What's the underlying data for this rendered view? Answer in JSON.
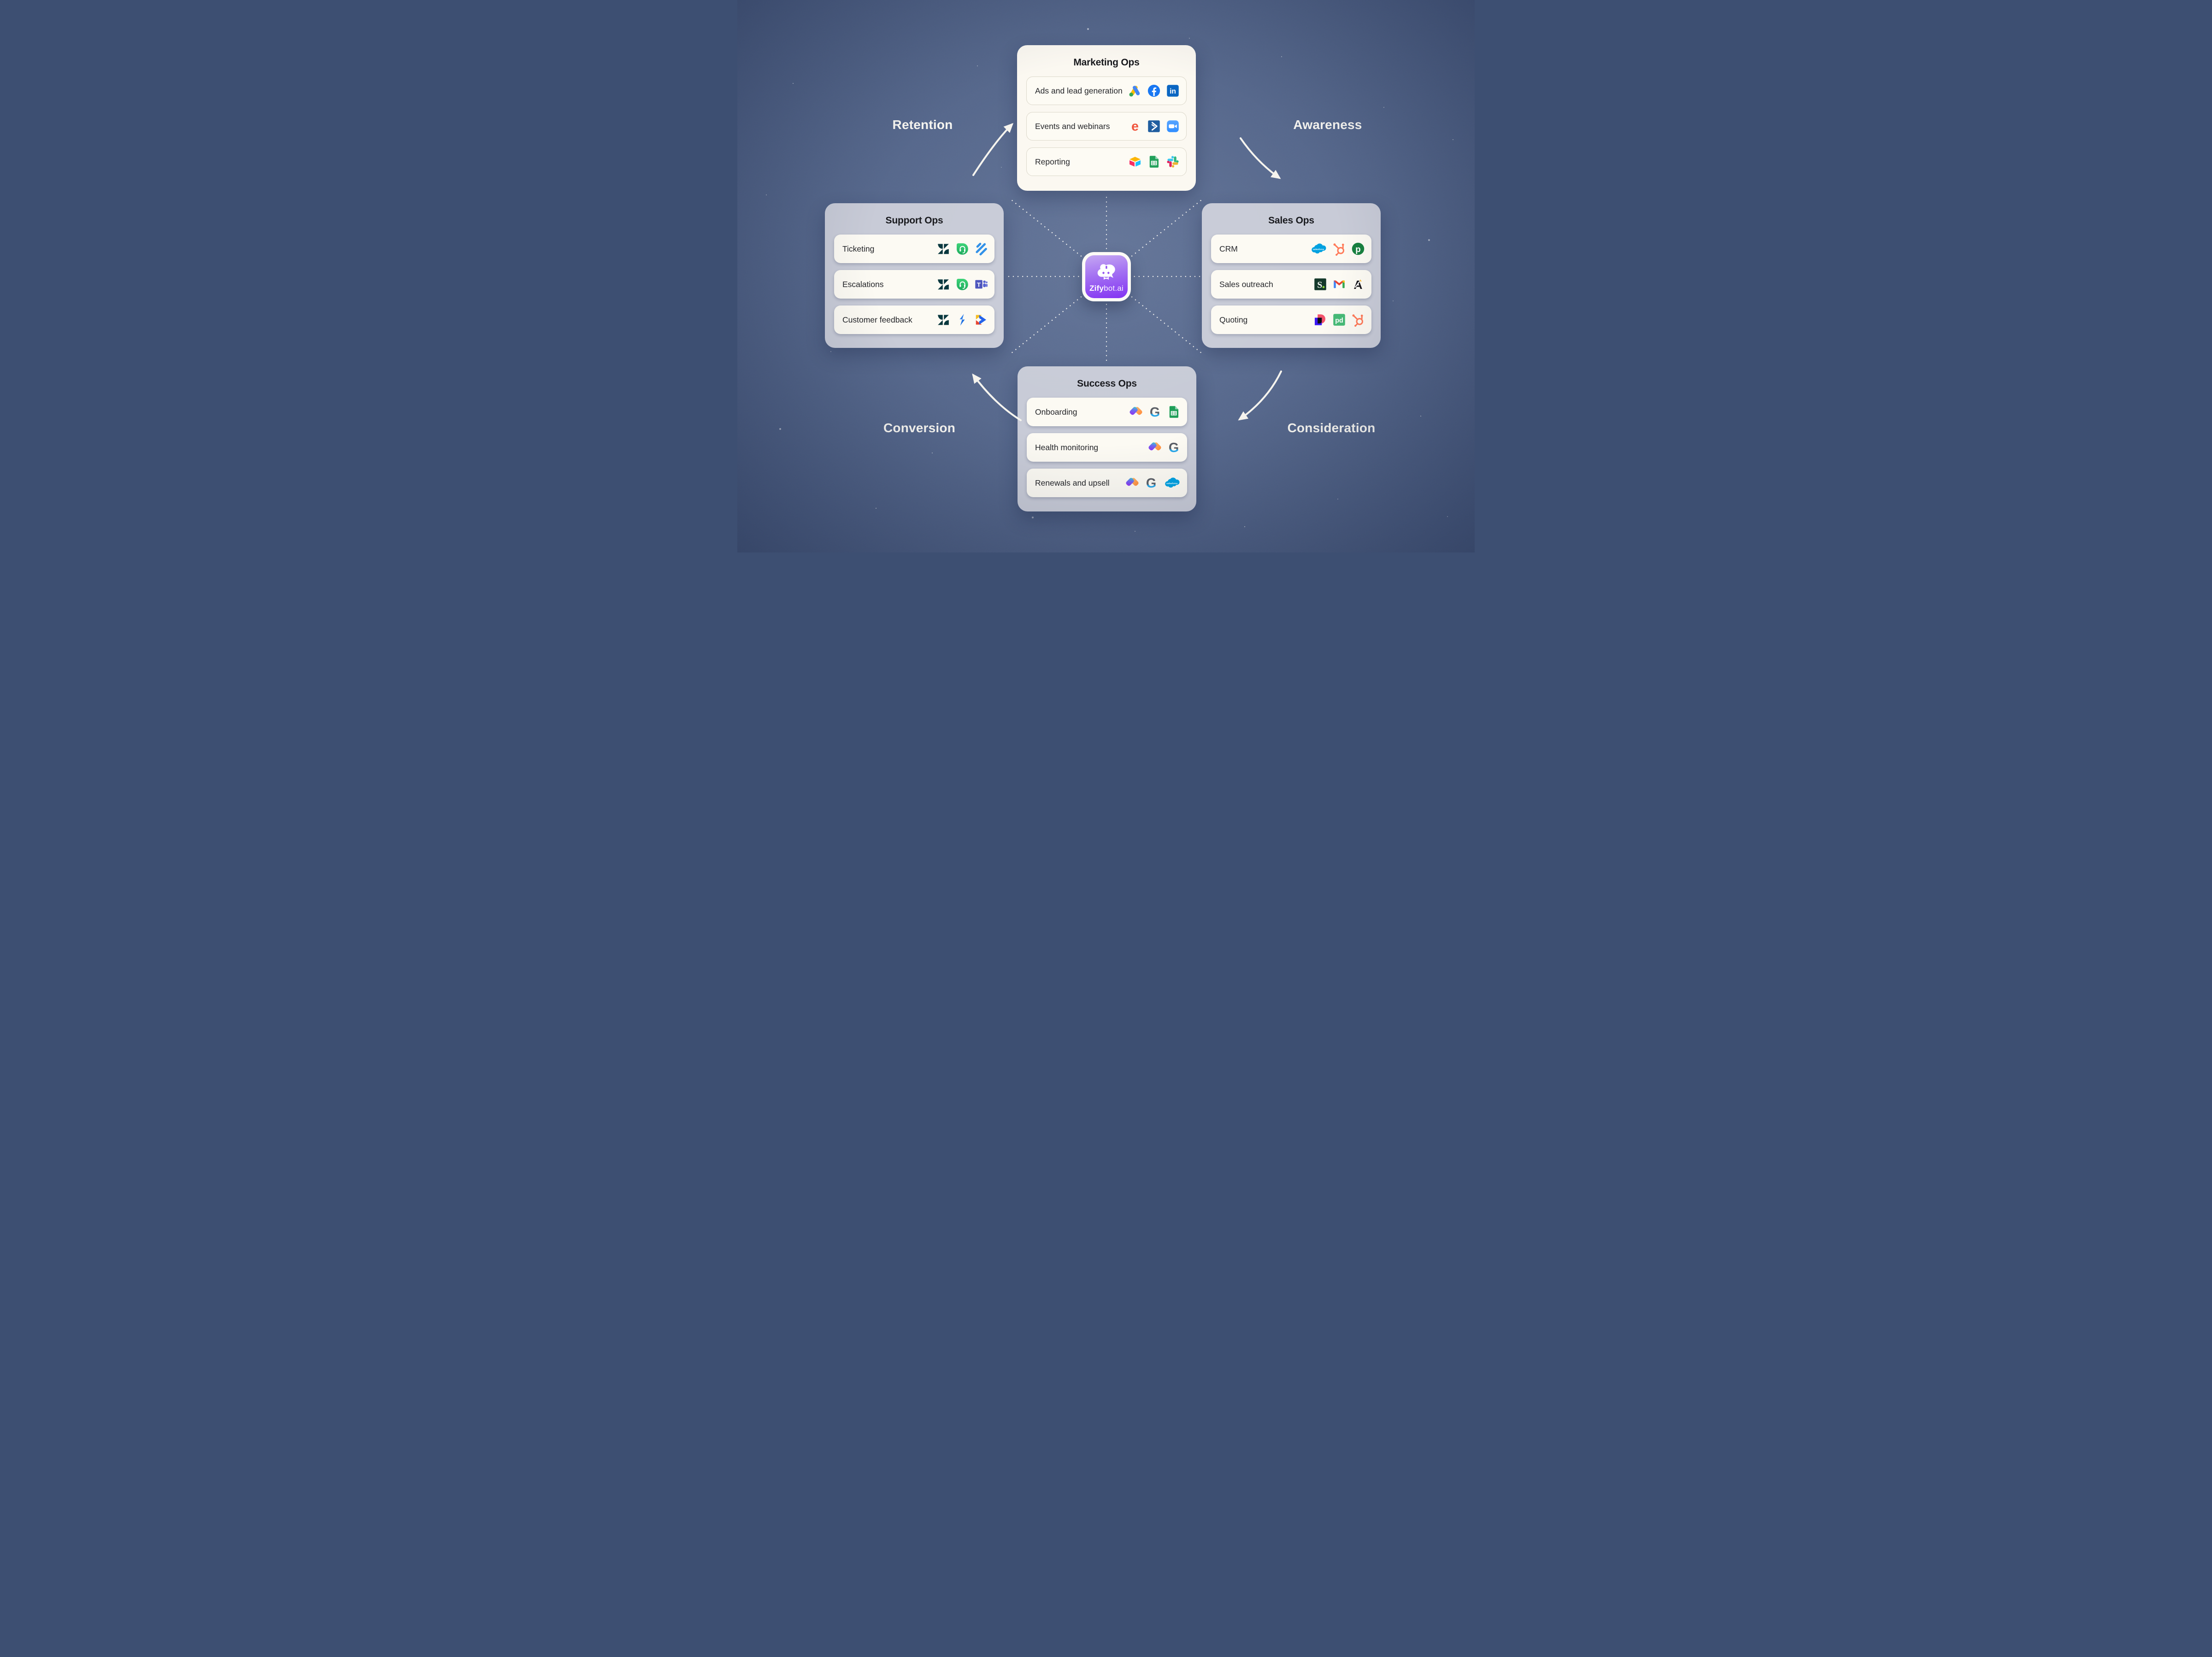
{
  "colors": {
    "background": "#53658A",
    "accent_purple": "#8B45F0",
    "card_gray": "#C8CBD7",
    "card_cream": "#FBF8F1",
    "row_cream": "#FCFAF3",
    "arrow_white": "#F6F4EE"
  },
  "center_logo": {
    "brand_bold": "Zify",
    "brand_rest": "bot.ai"
  },
  "stage_labels": [
    {
      "label": "Retention"
    },
    {
      "label": "Awareness"
    },
    {
      "label": "Conversion"
    },
    {
      "label": "Consideration"
    }
  ],
  "groups": [
    {
      "title": "Marketing Ops",
      "variant": "cream",
      "rows": [
        {
          "label": "Ads and lead generation",
          "icons": [
            "google-ads",
            "facebook",
            "linkedin"
          ]
        },
        {
          "label": "Events and webinars",
          "icons": [
            "eventbrite",
            "activecampaign",
            "zoom"
          ]
        },
        {
          "label": "Reporting",
          "icons": [
            "airtable",
            "google-sheets",
            "slack"
          ]
        }
      ]
    },
    {
      "title": "Support Ops",
      "variant": "gray",
      "rows": [
        {
          "label": "Ticketing",
          "icons": [
            "zendesk",
            "freshdesk",
            "helpscout"
          ]
        },
        {
          "label": "Escalations",
          "icons": [
            "zendesk",
            "freshdesk",
            "microsoft-teams"
          ]
        },
        {
          "label": "Customer feedback",
          "icons": [
            "zendesk",
            "jira",
            "productboard"
          ]
        }
      ]
    },
    {
      "title": "Sales Ops",
      "variant": "gray",
      "rows": [
        {
          "label": "CRM",
          "icons": [
            "salesforce",
            "hubspot",
            "pipedrive"
          ]
        },
        {
          "label": "Sales outreach",
          "icons": [
            "smartlead",
            "gmail",
            "apollo"
          ]
        },
        {
          "label": "Quoting",
          "icons": [
            "dealhub",
            "pandadoc",
            "hubspot"
          ]
        }
      ]
    },
    {
      "title": "Success Ops",
      "variant": "gray",
      "rows": [
        {
          "label": "Onboarding",
          "icons": [
            "vitally",
            "g-letter",
            "google-sheets"
          ]
        },
        {
          "label": "Health monitoring",
          "icons": [
            "vitally",
            "g-letter"
          ]
        },
        {
          "label": "Renewals and upsell",
          "icons": [
            "vitally",
            "g-letter",
            "salesforce"
          ]
        }
      ]
    }
  ]
}
